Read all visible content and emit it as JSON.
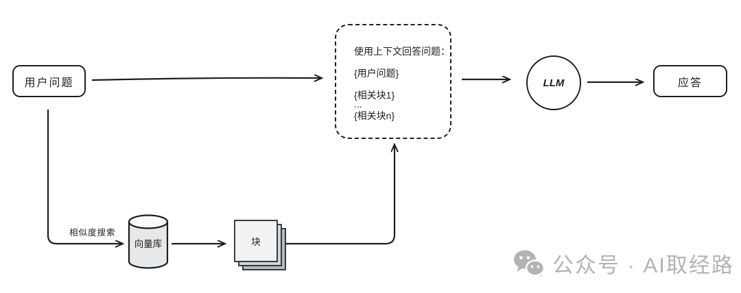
{
  "diagram": {
    "nodes": {
      "user_question": {
        "label": "用户问题"
      },
      "prompt": {
        "lines": [
          "使用上下文回答问题：",
          "{用户问题}",
          "{相关块1}",
          "...",
          "{相关块n}"
        ]
      },
      "llm": {
        "label": "LLM"
      },
      "response": {
        "label": "应答"
      },
      "vector_db": {
        "label": "向量库"
      },
      "chunks": {
        "label": "块"
      }
    },
    "edges": {
      "similarity_search_label": "相似度搜索"
    },
    "colors": {
      "stroke": "#1d1d1d",
      "cylinder_fill": "#e6e8ea",
      "stack_front_fill": "#f1f2f3",
      "stack_mid_fill": "#d3d6d8",
      "stack_back_fill": "#b6bbbf",
      "watermark_gray": "#b3b3b3"
    }
  },
  "watermark": {
    "icon": "wechat-icon",
    "text": "公众号 · AI取经路"
  }
}
